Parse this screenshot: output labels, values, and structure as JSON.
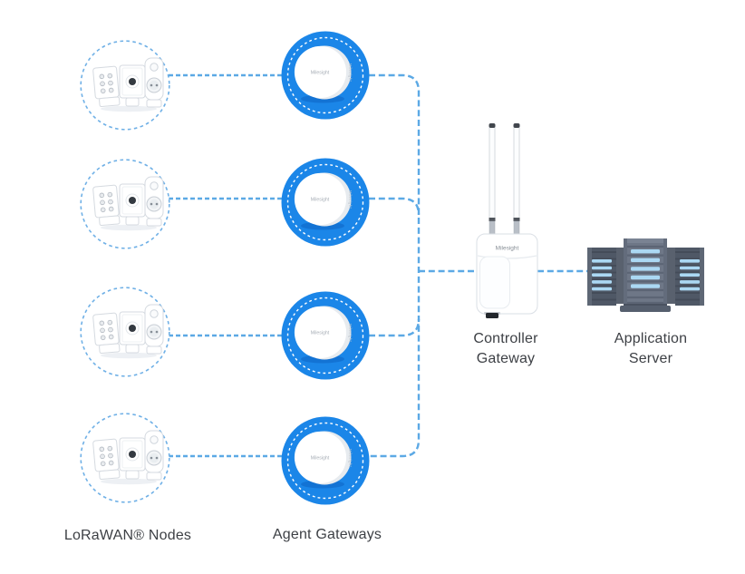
{
  "labels": {
    "lorawan_nodes": "LoRaWAN® Nodes",
    "agent_gateways": "Agent Gateways",
    "controller_gateway": "Controller Gateway",
    "application_server": "Application Server"
  },
  "brand": "Milesight",
  "counts": {
    "lorawan_node_groups": 4,
    "agent_gateways": 4,
    "controller_gateways": 1,
    "application_servers": 1
  },
  "colors": {
    "agent_gateway_blue": "#1b86e8",
    "connector_blue": "#5ca9e5",
    "node_circle_blue": "#6fb0e6",
    "label_text": "#3d4045",
    "server_body_dark": "#4f5866",
    "server_body_mid": "#6e7787",
    "server_led_blue": "#abd8f3"
  }
}
